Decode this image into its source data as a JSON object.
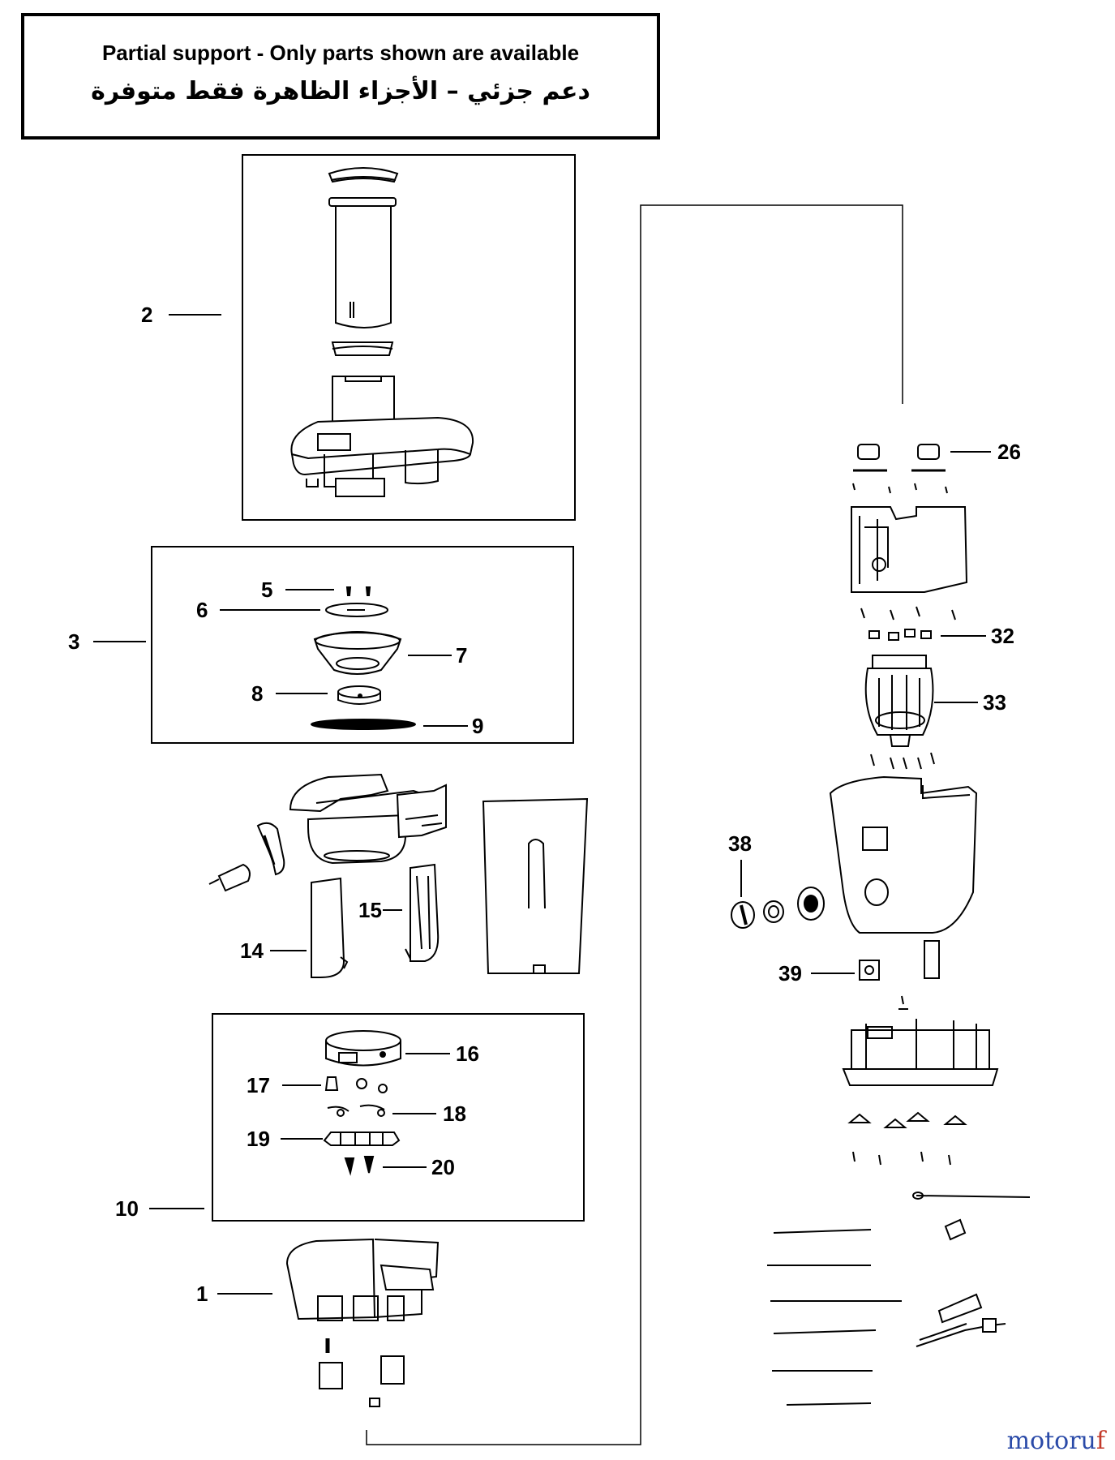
{
  "notice": {
    "english": "Partial support - Only parts shown are available",
    "arabic": "دعم جزئي – الأجزاء الظاهرة فقط متوفرة"
  },
  "callouts": {
    "c1": "1",
    "c2": "2",
    "c3": "3",
    "c5": "5",
    "c6": "6",
    "c7": "7",
    "c8": "8",
    "c9": "9",
    "c10": "10",
    "c14": "14",
    "c15": "15",
    "c16": "16",
    "c17": "17",
    "c18": "18",
    "c19": "19",
    "c20": "20",
    "c26": "26",
    "c32": "32",
    "c33": "33",
    "c38": "38",
    "c39": "39"
  },
  "watermark": {
    "text_a": "motoru",
    "text_b": "f"
  },
  "colors": {
    "ink": "#000000",
    "watermark_a": "#2a4aa8",
    "watermark_b": "#c33a2a"
  }
}
